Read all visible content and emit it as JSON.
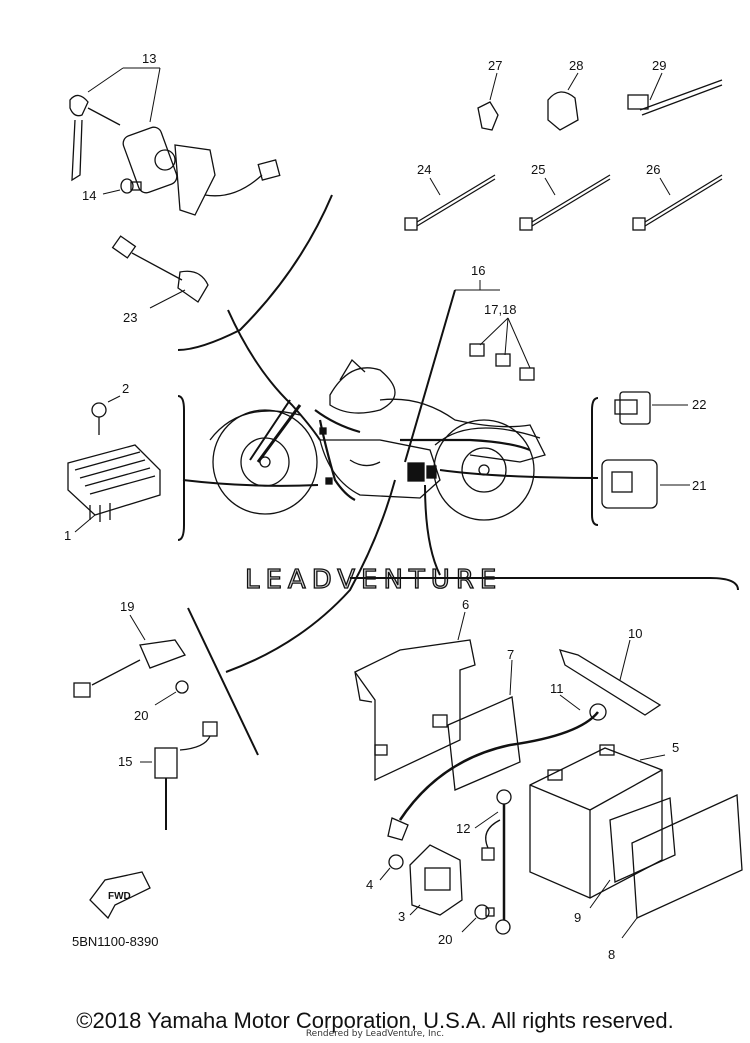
{
  "diagram": {
    "part_code": "5BN1100-8390",
    "watermark": "LEADVENTURE",
    "fwd_label": "FWD",
    "callouts": {
      "c1": "1",
      "c2": "2",
      "c3": "3",
      "c4": "4",
      "c5": "5",
      "c6": "6",
      "c7": "7",
      "c8": "8",
      "c9": "9",
      "c10": "10",
      "c11": "11",
      "c12": "12",
      "c13": "13",
      "c14": "14",
      "c15": "15",
      "c16": "16",
      "c17_18": "17,18",
      "c19": "19",
      "c20a": "20",
      "c20b": "20",
      "c21": "21",
      "c22": "22",
      "c23": "23",
      "c24": "24",
      "c25": "25",
      "c26": "26",
      "c27": "27",
      "c28": "28",
      "c29": "29"
    }
  },
  "footer": {
    "copyright": "©2018 Yamaha Motor Corporation, U.S.A. All rights reserved.",
    "rendered_by": "Rendered by LeadVenture, Inc."
  }
}
